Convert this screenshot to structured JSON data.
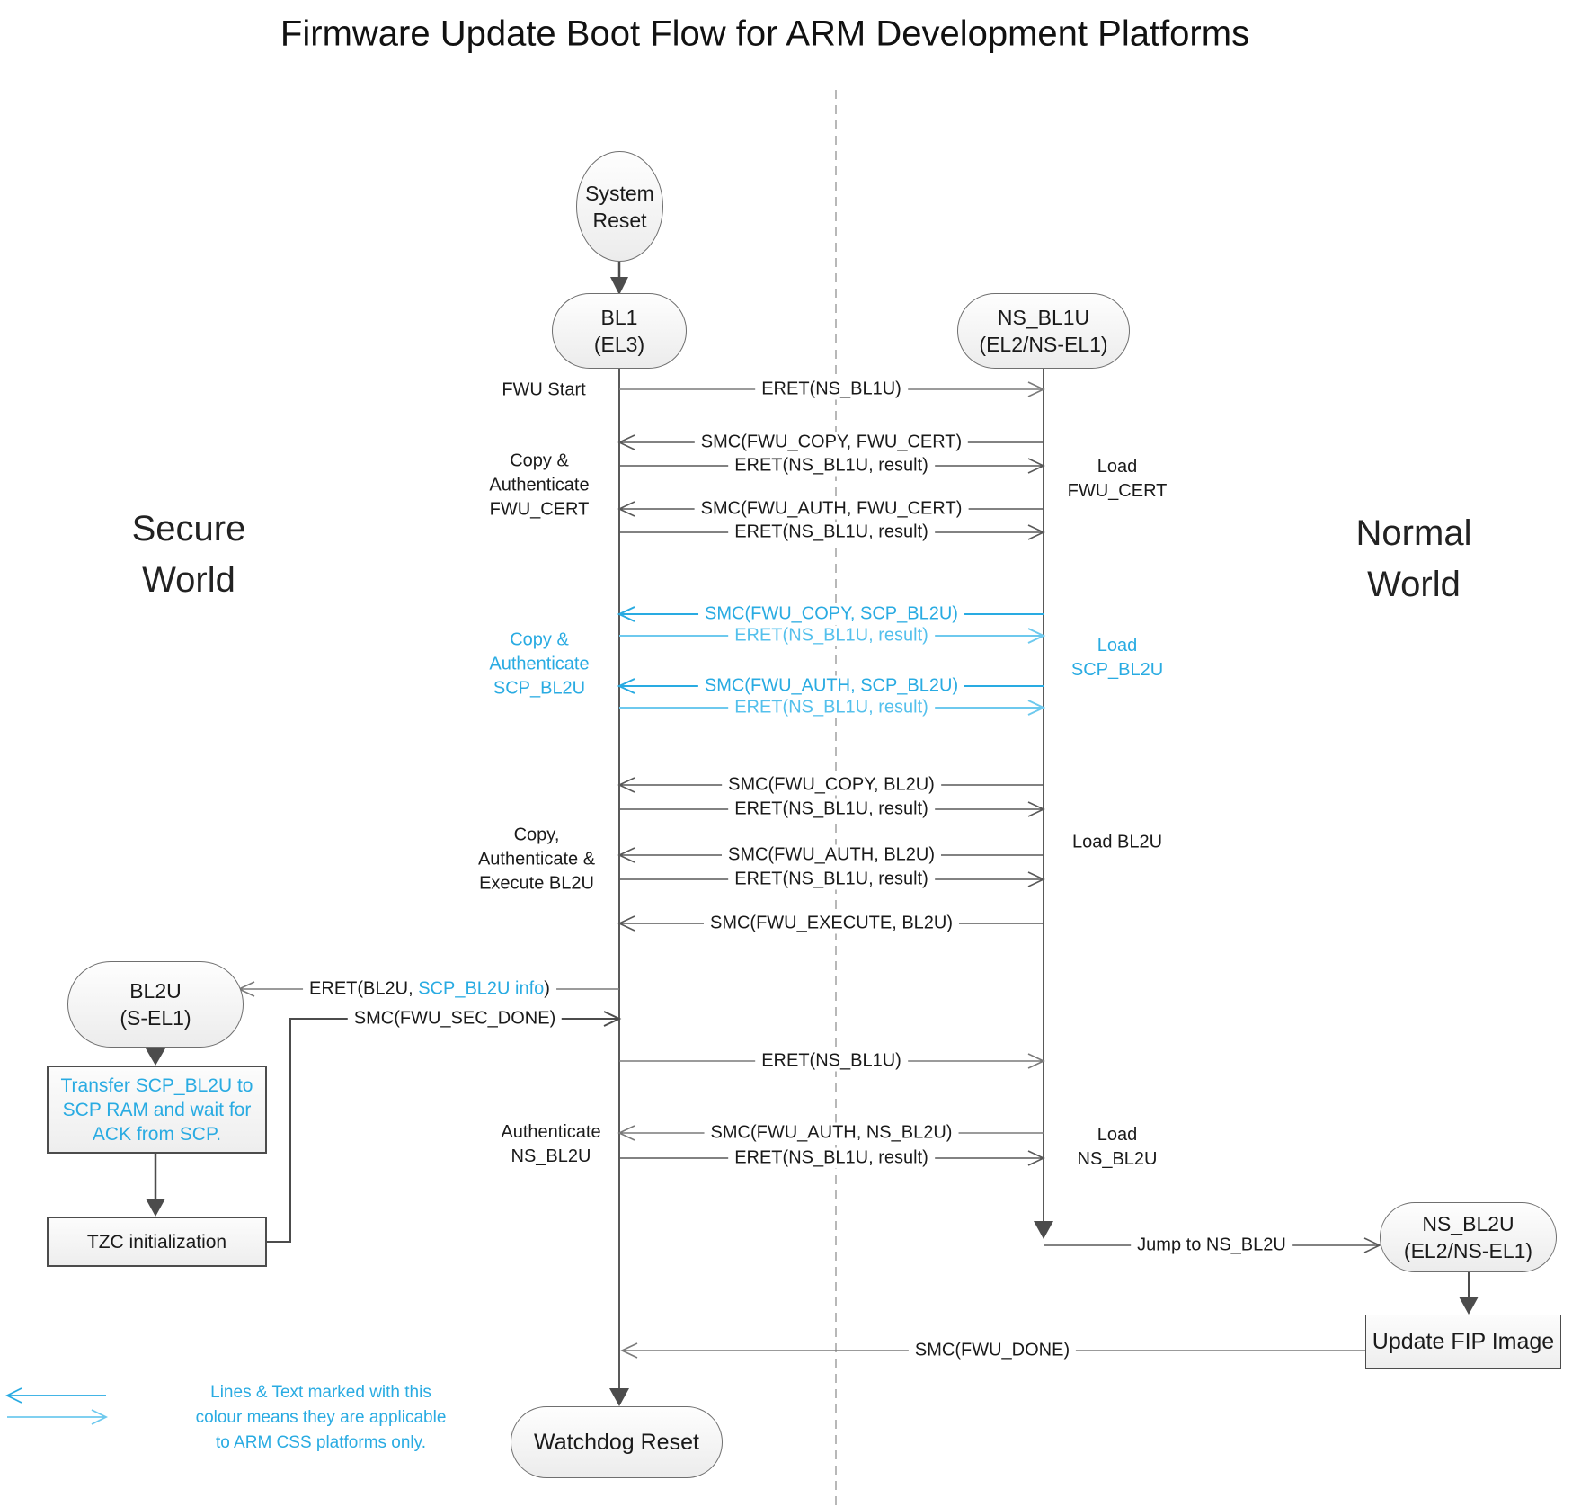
{
  "title": "Firmware Update Boot Flow for ARM Development Platforms",
  "regions": {
    "secure": {
      "line1": "Secure",
      "line2": "World"
    },
    "normal": {
      "line1": "Normal",
      "line2": "World"
    }
  },
  "nodes": {
    "system_reset": {
      "line1": "System",
      "line2": "Reset"
    },
    "bl1": {
      "line1": "BL1",
      "line2": "(EL3)"
    },
    "ns_bl1u": {
      "line1": "NS_BL1U",
      "line2": "(EL2/NS-EL1)"
    },
    "bl2u": {
      "line1": "BL2U",
      "line2": "(S-EL1)"
    },
    "transfer_scp_bl2u": {
      "line1": "Transfer SCP_BL2U to",
      "line2": "SCP RAM and wait for",
      "line3": "ACK from SCP."
    },
    "tzc_init": {
      "label": "TZC initialization"
    },
    "ns_bl2u": {
      "line1": "NS_BL2U",
      "line2": "(EL2/NS-EL1)"
    },
    "update_fip": {
      "label": "Update FIP Image"
    },
    "watchdog_reset": {
      "label": "Watchdog Reset"
    }
  },
  "messages": {
    "eret_ns_bl1u_start": "ERET(NS_BL1U)",
    "smc_fwu_copy_fwu_cert": "SMC(FWU_COPY, FWU_CERT)",
    "eret_result_1": "ERET(NS_BL1U, result)",
    "smc_fwu_auth_fwu_cert": "SMC(FWU_AUTH, FWU_CERT)",
    "eret_result_2": "ERET(NS_BL1U, result)",
    "smc_fwu_copy_scp_bl2u": "SMC(FWU_COPY, SCP_BL2U)",
    "eret_result_3": "ERET(NS_BL1U, result)",
    "smc_fwu_auth_scp_bl2u": "SMC(FWU_AUTH, SCP_BL2U)",
    "eret_result_4": "ERET(NS_BL1U, result)",
    "smc_fwu_copy_bl2u": "SMC(FWU_COPY, BL2U)",
    "eret_result_5": "ERET(NS_BL1U, result)",
    "smc_fwu_auth_bl2u": "SMC(FWU_AUTH, BL2U)",
    "eret_result_6": "ERET(NS_BL1U, result)",
    "smc_fwu_execute_bl2u": "SMC(FWU_EXECUTE, BL2U)",
    "eret_bl2u_prefix": "ERET(BL2U, ",
    "eret_bl2u_info": "SCP_BL2U info",
    "eret_bl2u_suffix": ")",
    "smc_fwu_sec_done": "SMC(FWU_SEC_DONE)",
    "eret_ns_bl1u_2": "ERET(NS_BL1U)",
    "smc_fwu_auth_ns_bl2u": "SMC(FWU_AUTH, NS_BL2U)",
    "eret_result_7": "ERET(NS_BL1U, result)",
    "jump_to_ns_bl2u": "Jump to NS_BL2U",
    "smc_fwu_done": "SMC(FWU_DONE)"
  },
  "annotations": {
    "fwu_start": "FWU Start",
    "copy_auth_fwu_cert": {
      "line1": "Copy &",
      "line2": "Authenticate",
      "line3": "FWU_CERT"
    },
    "load_fwu_cert": {
      "line1": "Load",
      "line2": "FWU_CERT"
    },
    "copy_auth_scp_bl2u": {
      "line1": "Copy &",
      "line2": "Authenticate",
      "line3": "SCP_BL2U"
    },
    "load_scp_bl2u": {
      "line1": "Load",
      "line2": "SCP_BL2U"
    },
    "copy_auth_exec_bl2u": {
      "line1": "Copy,",
      "line2": "Authenticate &",
      "line3": "Execute BL2U"
    },
    "load_bl2u": "Load BL2U",
    "authenticate_ns_bl2u": {
      "line1": "Authenticate",
      "line2": "NS_BL2U"
    },
    "load_ns_bl2u": {
      "line1": "Load",
      "line2": "NS_BL2U"
    }
  },
  "legend": {
    "line1": "Lines & Text marked with this",
    "line2": "colour means they are applicable",
    "line3": "to ARM CSS platforms only."
  },
  "colors": {
    "accent_cyan": "#29abe2",
    "accent_cyan_light": "#54c0ec",
    "line_gray": "#595959",
    "divider_gray": "#a6a6a6"
  }
}
